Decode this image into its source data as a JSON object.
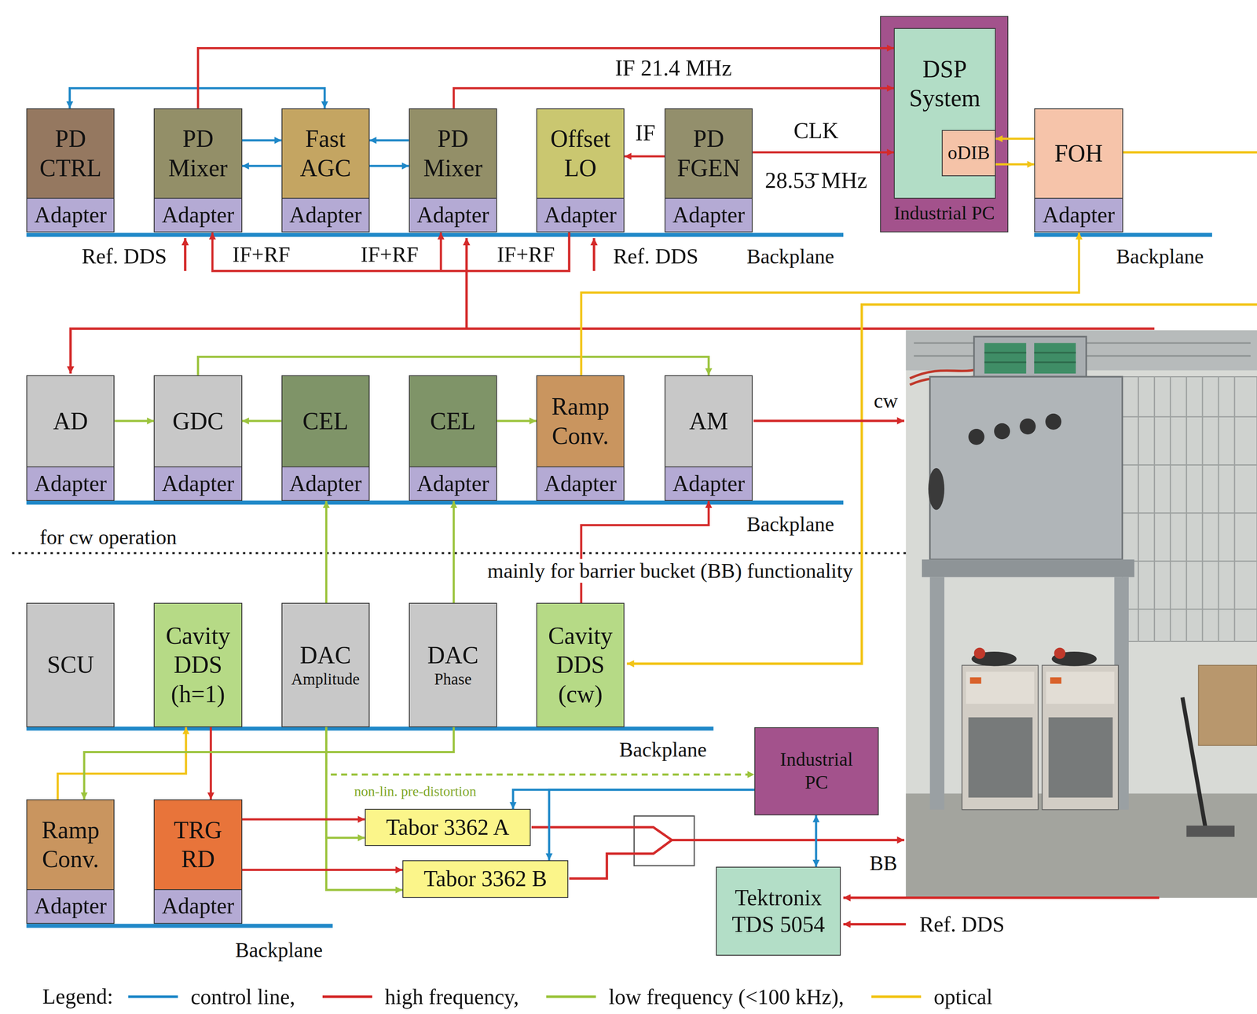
{
  "diagram": {
    "nodes": [
      {
        "text": [
          "PD CTRL",
          "Adapter"
        ]
      },
      {
        "text": [
          "PD Mixer",
          "Adapter"
        ]
      },
      {
        "text": [
          "Fast AGC",
          "Adapter"
        ]
      },
      {
        "text": [
          "PD Mixer",
          "Adapter"
        ]
      },
      {
        "text": [
          "Offset LO",
          "Adapter"
        ]
      },
      {
        "text": [
          "PD FGEN",
          "Adapter"
        ]
      },
      {
        "text": [
          "Industrial PC"
        ]
      },
      {
        "text": [
          "DSP System"
        ],
        "in": 6
      },
      {
        "text": [
          "oDIB"
        ],
        "in": 7
      },
      {
        "text": [
          "FOH",
          "Adapter"
        ]
      },
      {
        "text": [
          "AD",
          "Adapter"
        ]
      },
      {
        "text": [
          "GDC",
          "Adapter"
        ]
      },
      {
        "text": [
          "CEL",
          "Adapter"
        ]
      },
      {
        "text": [
          "CEL",
          "Adapter"
        ]
      },
      {
        "text": [
          "Ramp Conv.",
          "Adapter"
        ]
      },
      {
        "text": [
          "AM",
          "Adapter"
        ]
      },
      {
        "text": [
          "SCU"
        ]
      },
      {
        "text": [
          "Cavity DDS (h=1)"
        ]
      },
      {
        "text": [
          "DAC",
          "Amplitude"
        ]
      },
      {
        "text": [
          "DAC",
          "Phase"
        ]
      },
      {
        "text": [
          "Cavity DDS (cw)"
        ]
      },
      {
        "text": [
          "Ramp Conv.",
          "Adapter"
        ]
      },
      {
        "text": [
          "TRG RD",
          "Adapter"
        ]
      },
      {
        "text": [
          "Tabor 3362 A"
        ]
      },
      {
        "text": [
          "Tabor 3362 B"
        ]
      },
      {
        "text": [
          "Industrial PC"
        ]
      },
      {
        "text": [
          "Tektronix TDS 5054"
        ]
      }
    ],
    "edges": [
      {
        "from": 0,
        "to": 2,
        "arrow": "both"
      },
      {
        "from": 1,
        "to": 7,
        "arrow": "to"
      },
      {
        "from": 3,
        "to": 7,
        "label": "IF 21.4 MHz",
        "arrow": "to"
      },
      {
        "from": 1,
        "to": 2,
        "arrow": "to"
      },
      {
        "from": 2,
        "to": 1,
        "arrow": "to"
      },
      {
        "from": 3,
        "to": 2,
        "arrow": "to"
      },
      {
        "from": 2,
        "to": 3,
        "arrow": "to"
      },
      {
        "from": 5,
        "to": 4,
        "label": "IF",
        "arrow": "to"
      },
      {
        "from": 5,
        "to": 7,
        "label": "CLK",
        "arrow": "to"
      },
      {
        "from": 9,
        "to": 8,
        "arrow": "to"
      },
      {
        "from": 8,
        "to": 9,
        "arrow": "to"
      },
      {
        "from": 4,
        "to": 1,
        "arrow": "to"
      },
      {
        "from": 4,
        "to": 3,
        "arrow": "to"
      },
      {
        "from": 10,
        "to": 11,
        "arrow": "to"
      },
      {
        "from": 12,
        "to": 11,
        "arrow": "to"
      },
      {
        "from": 13,
        "to": 14,
        "arrow": "to"
      },
      {
        "from": 11,
        "to": 15,
        "arrow": "to"
      },
      {
        "from": 14,
        "to": 9,
        "arrow": "to"
      },
      {
        "from": 18,
        "to": 12,
        "arrow": "to"
      },
      {
        "from": 19,
        "to": 13,
        "arrow": "to"
      },
      {
        "from": 20,
        "to": 15,
        "arrow": "to"
      },
      {
        "from": 17,
        "to": 22,
        "arrow": "to"
      },
      {
        "from": 21,
        "to": 17,
        "arrow": "to"
      },
      {
        "from": 19,
        "to": 21,
        "arrow": "to"
      },
      {
        "from": 18,
        "to": 23,
        "arrow": "to"
      },
      {
        "from": 18,
        "to": 24,
        "arrow": "to"
      },
      {
        "from": 18,
        "to": 25,
        "label": "non-lin. pre-distortion",
        "arrow": "to"
      },
      {
        "from": 22,
        "to": 23,
        "arrow": "to"
      },
      {
        "from": 22,
        "to": 24,
        "arrow": "to"
      },
      {
        "from": 25,
        "to": 23,
        "arrow": "to"
      },
      {
        "from": 25,
        "to": 24,
        "arrow": "to"
      },
      {
        "from": 25,
        "to": 26,
        "arrow": "both"
      }
    ],
    "labels": [
      "28.53̄ MHz",
      "Ref. DDS",
      "IF+RF",
      "IF+RF",
      "IF+RF",
      "Ref. DDS",
      "Backplane",
      "Backplane",
      "cw",
      "Backplane",
      "for cw operation",
      "mainly for barrier bucket (BB) functionality",
      "Backplane",
      "BB",
      "Ref. DDS",
      "Backplane",
      "Legend:"
    ],
    "legend": [
      {
        "text": "control line,",
        "color": "#1f88c8"
      },
      {
        "text": "high frequency,",
        "color": "#d42a2a"
      },
      {
        "text": "low frequency (<100 kHz),",
        "color": "#9cc43e"
      },
      {
        "text": "optical",
        "color": "#f2c417"
      }
    ]
  }
}
